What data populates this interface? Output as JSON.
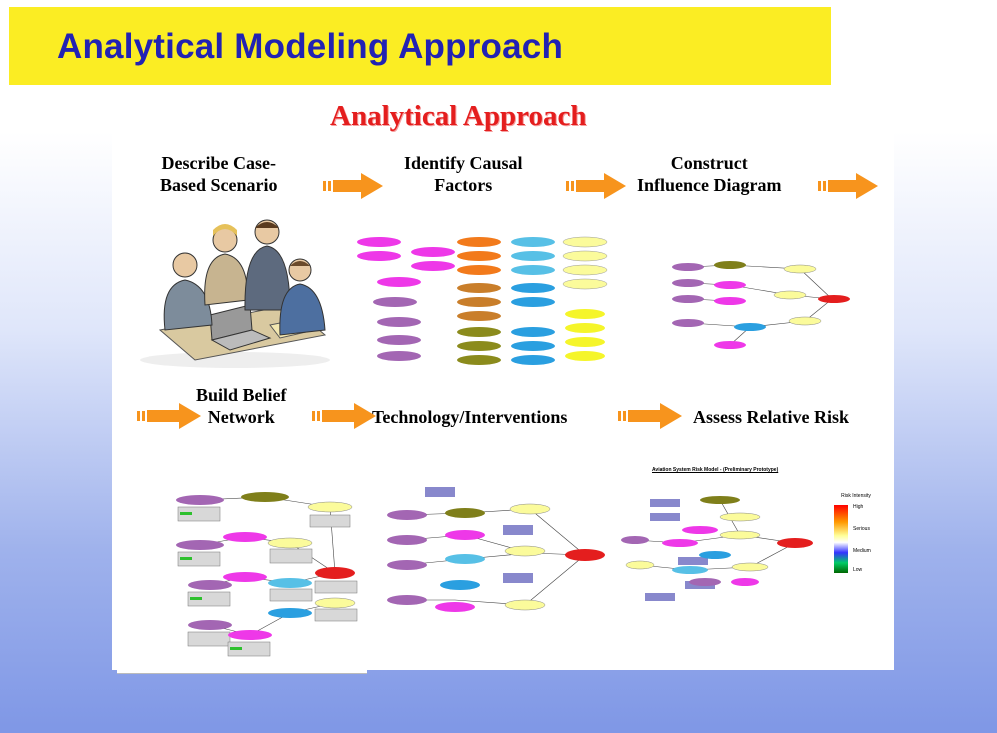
{
  "slide": {
    "title": "Analytical Modeling Approach",
    "heading": "Analytical Approach"
  },
  "steps": [
    {
      "line1": "Describe Case-",
      "line2": "Based Scenario"
    },
    {
      "line1": "Identify Causal",
      "line2": "Factors"
    },
    {
      "line1": "Construct",
      "line2": "Influence Diagram"
    },
    {
      "line1": "Build Belief",
      "line2": "Network"
    },
    {
      "line1": "Technology/Interventions",
      "line2": ""
    },
    {
      "line1": "Assess Relative Risk",
      "line2": ""
    }
  ],
  "risk_model": {
    "title": "Aviation System Risk Model - (Preliminary Prototype)",
    "legend_title": "Risk Intensity",
    "levels": [
      "High",
      "Serious",
      "Medium",
      "Low"
    ]
  },
  "colors": {
    "title_bar": "#fbed23",
    "title_text": "#2222b3",
    "heading": "#e41e1e",
    "arrow": "#f7941d"
  },
  "icons": [
    "business-people-clipart",
    "arrow-right-icon"
  ]
}
